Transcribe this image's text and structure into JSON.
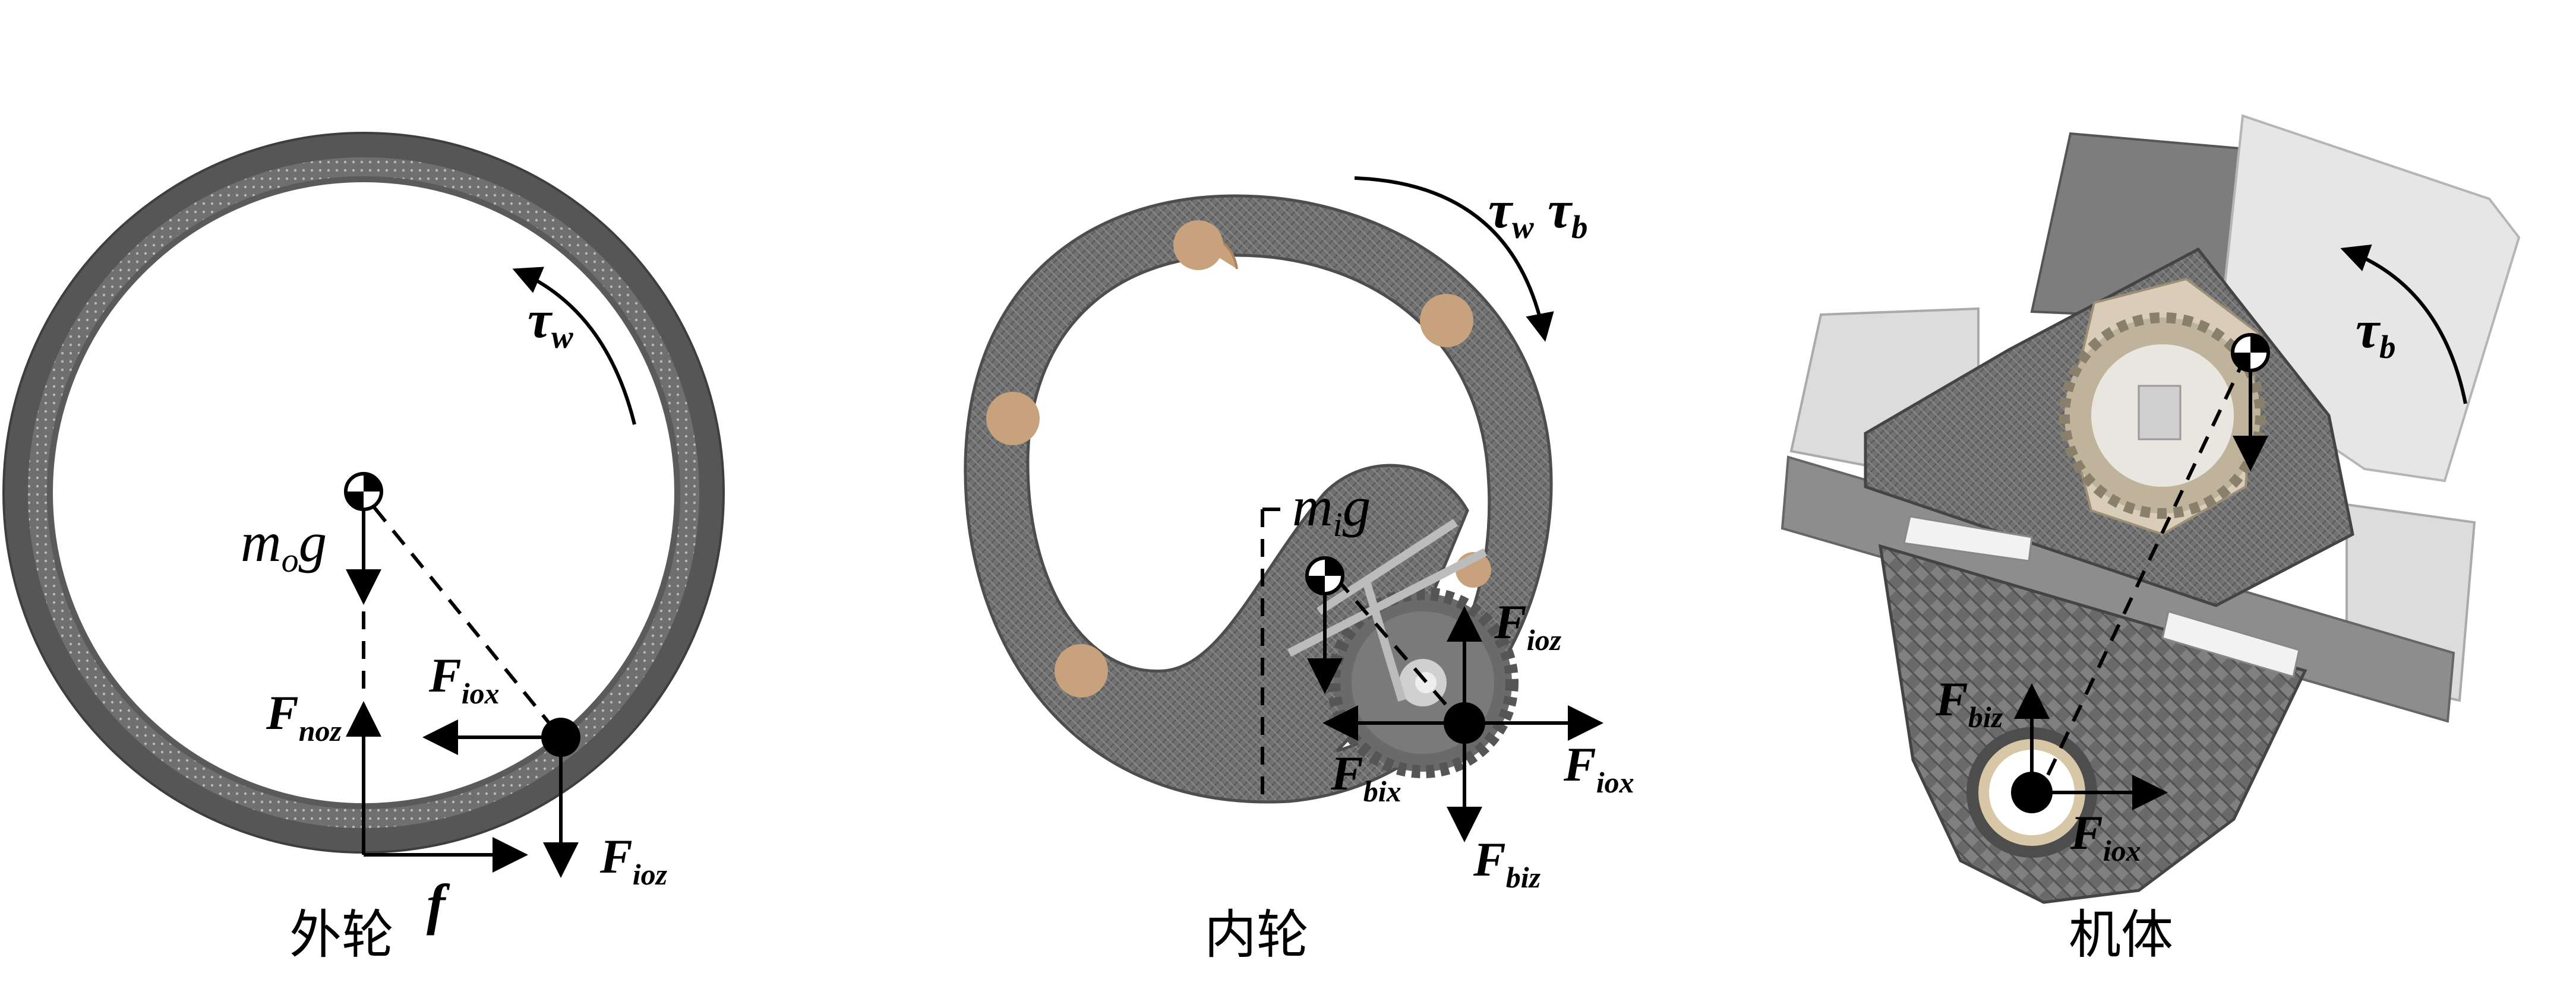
{
  "panels": [
    {
      "caption": "外轮",
      "labels": {
        "tau_w": {
          "base": "τ",
          "sub": "w"
        },
        "mog": {
          "base": "m",
          "sub": "o",
          "tail": "g"
        },
        "Fiox": {
          "base": "F",
          "sub": "iox"
        },
        "Fnoz": {
          "base": "F",
          "sub": "noz"
        },
        "Fioz": {
          "base": "F",
          "sub": "ioz"
        },
        "f": {
          "base": "f"
        }
      }
    },
    {
      "caption": "内轮",
      "labels": {
        "tau_w": {
          "base": "τ",
          "sub": "w"
        },
        "tau_b": {
          "base": "τ",
          "sub": "b"
        },
        "mig": {
          "base": "m",
          "sub": "i",
          "tail": "g"
        },
        "Fioz": {
          "base": "F",
          "sub": "ioz"
        },
        "Fbix": {
          "base": "F",
          "sub": "bix"
        },
        "Fiox": {
          "base": "F",
          "sub": "iox"
        },
        "Fbiz": {
          "base": "F",
          "sub": "biz"
        }
      }
    },
    {
      "caption": "机体",
      "labels": {
        "tau_b": {
          "base": "τ",
          "sub": "b"
        },
        "Fbiz": {
          "base": "F",
          "sub": "biz"
        },
        "Fiox": {
          "base": "F",
          "sub": "iox"
        }
      }
    }
  ],
  "colors": {
    "ring": "#6e6e6e",
    "ring_dark": "#4a4a4a",
    "carbon": "#717171",
    "tan": "#c8a27c",
    "body_grey": "#d9d9d9",
    "ink": "#000000"
  }
}
